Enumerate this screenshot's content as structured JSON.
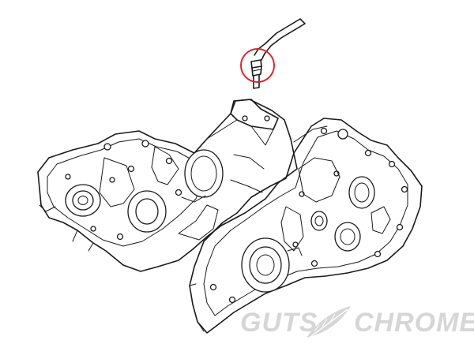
{
  "diagram": {
    "parts": [
      "crankcase-left-half",
      "crankcase-right-half",
      "oil-line-tube",
      "fitting"
    ],
    "highlight": {
      "part": "fitting",
      "color": "#d9262b",
      "shape": "circle"
    }
  },
  "watermark": {
    "brand_left": "GUTS",
    "brand_right": "CHROME",
    "color": "#d6d6d6",
    "icon": "feather-icon"
  },
  "colors": {
    "line": "#1a1a1a",
    "background": "#ffffff",
    "highlight": "#d9262b"
  }
}
